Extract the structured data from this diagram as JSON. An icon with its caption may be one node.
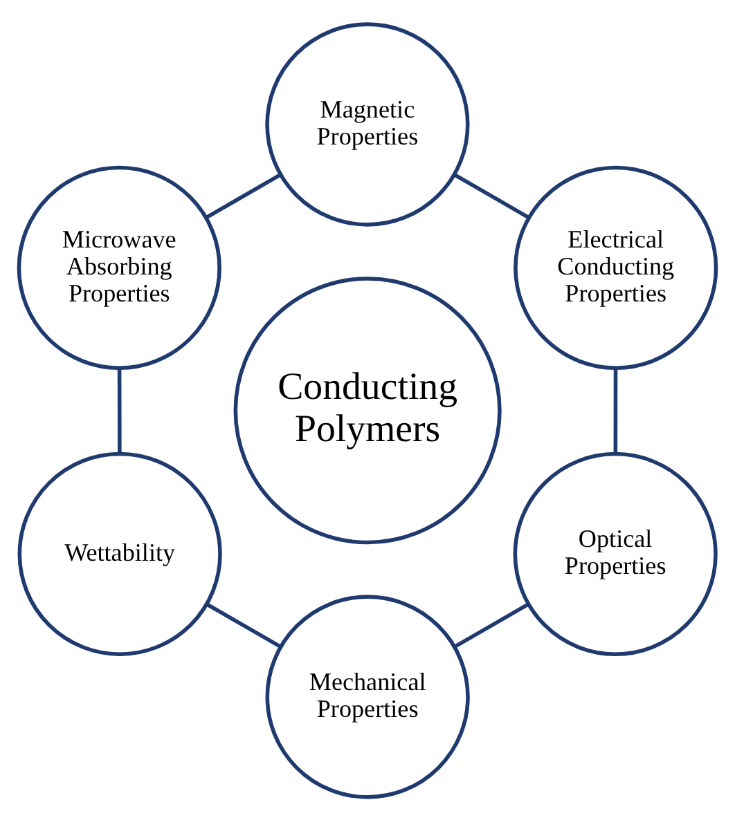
{
  "diagram": {
    "nodes": [
      {
        "text": [
          "Electrical Conducting Properties"
        ]
      },
      {
        "text": [
          "Magnetic Properties"
        ]
      },
      {
        "text": [
          "Optical Properties"
        ]
      },
      {
        "text": [
          "Conducting Polymers"
        ]
      },
      {
        "text": [
          "Microwave Absorbing Properties"
        ]
      },
      {
        "text": [
          "Mechanical Properties"
        ]
      },
      {
        "text": [
          "Wettability"
        ]
      }
    ],
    "edges": [
      {
        "from": 0,
        "to": 2,
        "arrow": "none"
      },
      {
        "from": 2,
        "to": 5,
        "arrow": "none"
      },
      {
        "from": 5,
        "to": 6,
        "arrow": "none"
      },
      {
        "from": 6,
        "to": 4,
        "arrow": "none"
      },
      {
        "from": 4,
        "to": 1,
        "arrow": "none"
      },
      {
        "from": 1,
        "to": 0,
        "arrow": "none"
      }
    ]
  }
}
